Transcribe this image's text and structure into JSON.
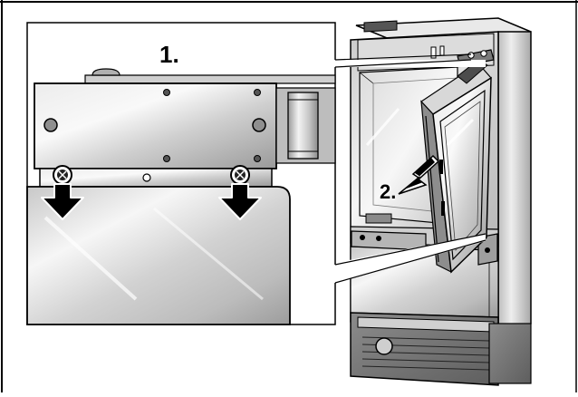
{
  "figure": {
    "steps": [
      {
        "label": "1."
      },
      {
        "label": "2."
      }
    ],
    "parts": {
      "detail_inset": "hinge-detail-inset",
      "appliance": "built-in-refrigerator",
      "door": "refrigerator-door",
      "screws": [
        "hinge-screw-left",
        "hinge-screw-right"
      ],
      "arrows": [
        "screw-removal-arrow-left",
        "screw-removal-arrow-right",
        "door-removal-arrow"
      ]
    },
    "colors": {
      "line": "#000000",
      "metal_light": "#f4f4f4",
      "metal_mid": "#c9c9c9",
      "metal_dark": "#8a8a8a",
      "background": "#ffffff"
    }
  }
}
